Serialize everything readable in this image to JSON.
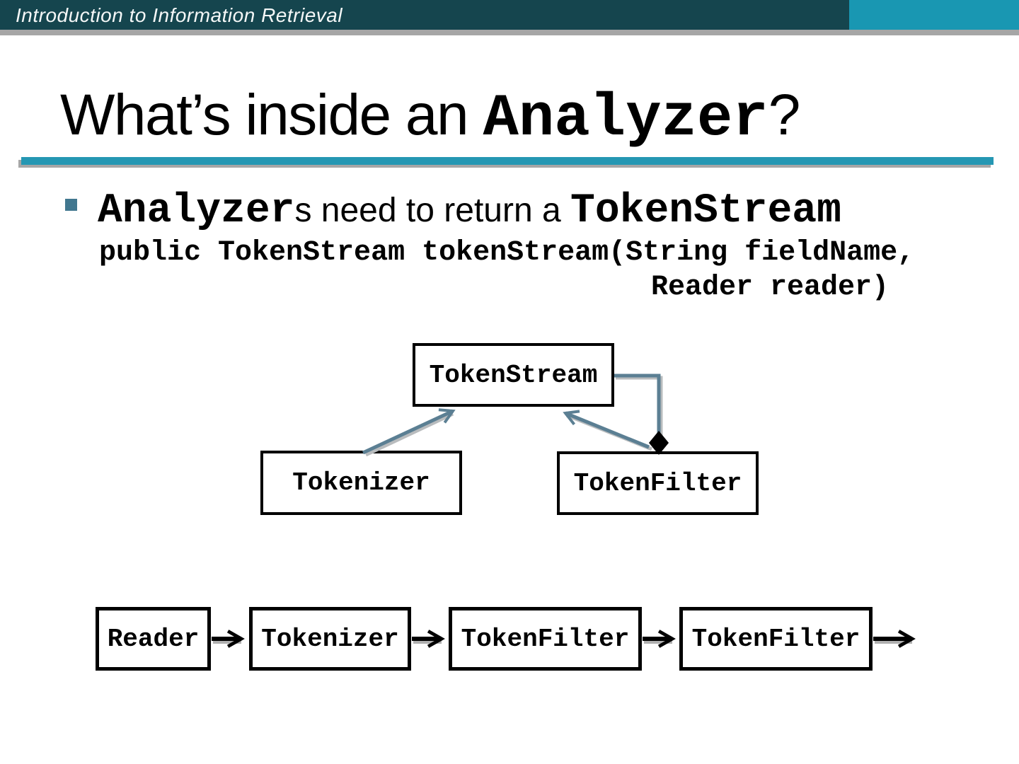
{
  "colors": {
    "header-dark": "#15454e",
    "header-light": "#1997b2",
    "header-strip": "#a6a6a6",
    "rule-teal": "#2597b3",
    "bullet-square": "#41778f",
    "arrow-steel": "#5b7f93",
    "arrow-shadow": "#b9bcbe",
    "box-border": "#000000",
    "text": "#000000"
  },
  "header": {
    "title": "Introduction to Information Retrieval"
  },
  "title": {
    "prefix": "What’s inside an ",
    "mono": "Analyzer",
    "suffix": "?"
  },
  "bullet": {
    "mono1": "Analyzer",
    "sans": "s need to return a ",
    "mono2": "TokenStream"
  },
  "code": {
    "line1": "public TokenStream tokenStream(String fieldName,",
    "line2": "Reader reader)"
  },
  "uml": {
    "parent": "TokenStream",
    "child_left": "Tokenizer",
    "child_right": "TokenFilter",
    "relationships": [
      "Tokenizer inherits TokenStream",
      "TokenFilter inherits TokenStream",
      "TokenFilter composes TokenStream"
    ]
  },
  "pipeline": {
    "items": [
      "Reader",
      "Tokenizer",
      "TokenFilter",
      "TokenFilter"
    ]
  }
}
